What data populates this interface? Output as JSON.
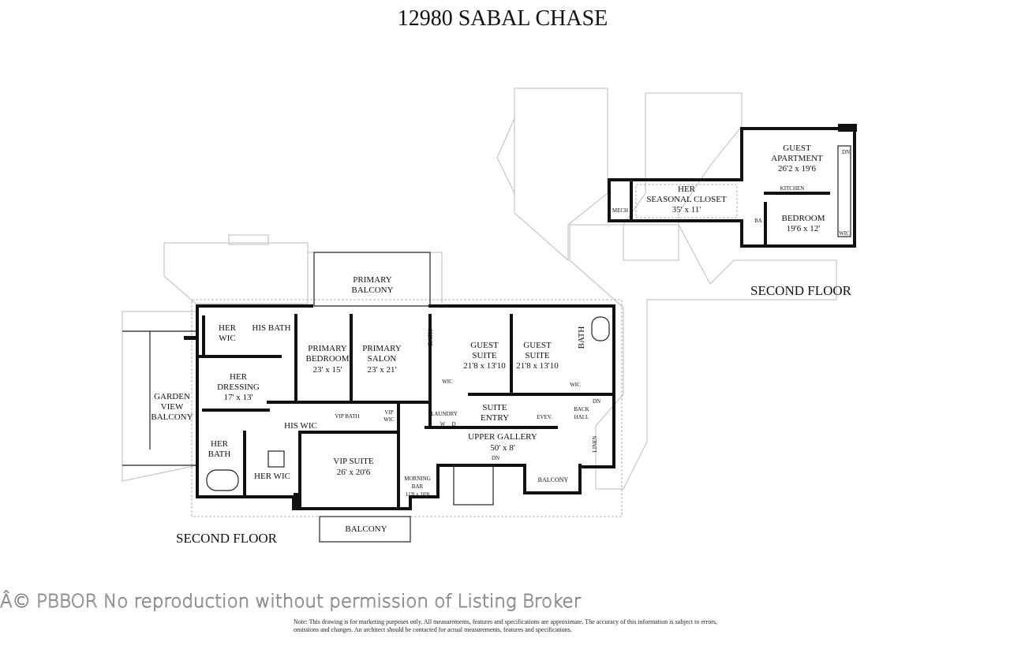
{
  "title": "12980 SABAL CHASE",
  "floor_labels": [
    "SECOND FLOOR",
    "SECOND FLOOR"
  ],
  "rooms": {
    "primary_balcony": [
      "PRIMARY",
      "BALCONY"
    ],
    "her_wic_top": [
      "HER",
      "WIC"
    ],
    "his_bath": "HIS BATH",
    "primary_bedroom": [
      "PRIMARY",
      "BEDROOM",
      "23' x 15'"
    ],
    "primary_salon": [
      "PRIMARY",
      "SALON",
      "23' x 21'"
    ],
    "guest_suite_1": [
      "GUEST",
      "SUITE",
      "21'8 x 13'10"
    ],
    "guest_suite_2": [
      "GUEST",
      "SUITE",
      "21'8 x 13'10"
    ],
    "bath_1": "BATH",
    "bath_2": "BATH",
    "wic_1": "WIC",
    "wic_2": "WIC",
    "her_dressing": [
      "HER",
      "DRESSING",
      "17' x 13'"
    ],
    "garden_view_balcony": [
      "GARDEN",
      "VIEW",
      "BALCONY"
    ],
    "his_wic": "HIS WIC",
    "vip_bath": "VIP BATH",
    "vip_wic": [
      "VIP",
      "WIC"
    ],
    "laundry": "LAUNDRY",
    "washer_dryer": [
      "W",
      "D"
    ],
    "suite_entry": [
      "SUITE",
      "ENTRY"
    ],
    "elevator": "EVEV.",
    "back_hall": [
      "BACK",
      "HALL"
    ],
    "dn_1": "DN",
    "upper_gallery": [
      "UPPER GALLERY",
      "50' x 8'"
    ],
    "linen": "LINEN",
    "dn_2": "DN",
    "her_bath": [
      "HER",
      "BATH"
    ],
    "her_wic_bottom": "HER WIC",
    "vip_suite": [
      "VIP SUITE",
      "26' x 20'6"
    ],
    "morning_bar": [
      "MORNING",
      "BAR",
      "11'8 x 10'8"
    ],
    "balcony_right": "BALCONY",
    "balcony_bottom": "BALCONY",
    "her_seasonal_closet": [
      "HER",
      "SEASONAL CLOSET",
      "35' x 11'"
    ],
    "mech": "MECH",
    "guest_apartment": [
      "GUEST",
      "APARTMENT",
      "26'2 x 19'6"
    ],
    "kitchen": "KITCHEN",
    "bedroom": [
      "BEDROOM",
      "19'6 x 12'"
    ],
    "ba": "BA",
    "wic_apt": "WIC",
    "dn_apt": "DN"
  },
  "watermark": "Â© PBBOR No reproduction without permission of Listing Broker",
  "disclaimer": "Note: This drawing is for marketing purposes only. All measurements, features and specifications are approximate. The accuracy of this information is subject to errors, omissions and changes. An architect should be contacted for actual measurements, features and specifications."
}
